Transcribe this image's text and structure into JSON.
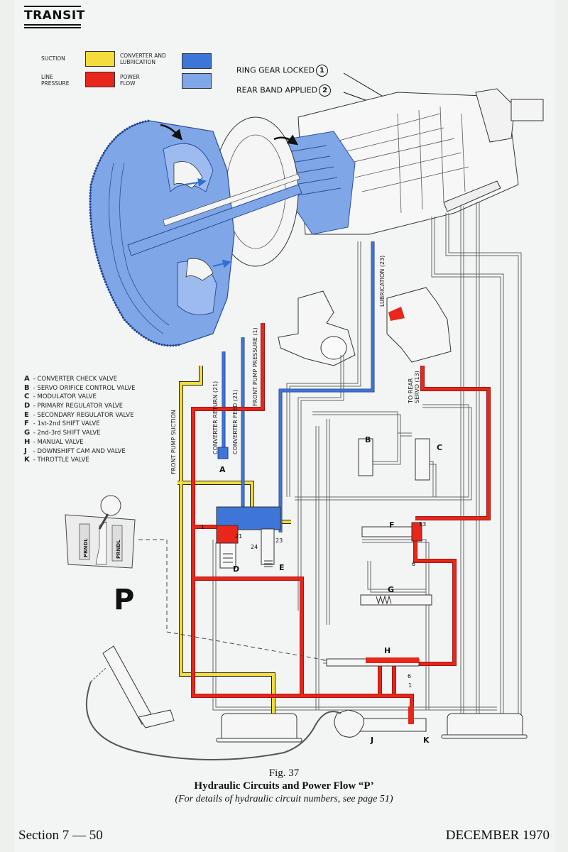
{
  "header": {
    "brand": "TRANSIT"
  },
  "legend": {
    "items": [
      {
        "label": "SUCTION",
        "color": "#f3dc3c"
      },
      {
        "label": "LINE PRESSURE",
        "color": "#e8261b"
      },
      {
        "label": "CONVERTER AND LUBRICATION",
        "color": "#3e76d8"
      },
      {
        "label": "POWER FLOW",
        "color": "#7fa6e6"
      }
    ]
  },
  "callouts": [
    {
      "label": "RING GEAR LOCKED",
      "number": "1"
    },
    {
      "label": "REAR BAND APPLIED",
      "number": "2"
    }
  ],
  "valves": [
    {
      "letter": "A",
      "name": "CONVERTER CHECK VALVE"
    },
    {
      "letter": "B",
      "name": "SERVO ORIFICE CONTROL VALVE"
    },
    {
      "letter": "C",
      "name": "MODULATOR VALVE"
    },
    {
      "letter": "D",
      "name": "PRIMARY REGULATOR VALVE"
    },
    {
      "letter": "E",
      "name": "SECONDARY REGULATOR VALVE"
    },
    {
      "letter": "F",
      "name": "1st-2nd SHIFT VALVE"
    },
    {
      "letter": "G",
      "name": "2nd-3rd SHIFT VALVE"
    },
    {
      "letter": "H",
      "name": "MANUAL VALVE"
    },
    {
      "letter": "J",
      "name": "DOWNSHIFT CAM AND VALVE"
    },
    {
      "letter": "K",
      "name": "THROTTLE VALVE"
    }
  ],
  "line_labels": {
    "front_pump_suction": "FRONT PUMP SUCTION",
    "converter_return": "CONVERTER   RETURN   (21)",
    "converter_feed": "CONVERTER   FEED (21)",
    "front_pump_pressure": "FRONT PUMP PRESSURE (1)",
    "lubrication": "LUBRICATION (23)",
    "to_rear_servo_1": "TO REAR",
    "to_rear_servo_2": "SERVO (13)"
  },
  "circuit_numbers": {
    "n1": "1",
    "n21": "21",
    "n24": "24",
    "n23": "23",
    "n13": "13",
    "n6a": "6",
    "n6b": "6",
    "n1b": "1"
  },
  "selector": {
    "gate_left": "PRNDL",
    "gate_right": "PRNDL",
    "position": "P"
  },
  "caption": {
    "fig": "Fig. 37",
    "title": "Hydraulic Circuits and Power Flow “P’",
    "note": "(For details of hydraulic circuit numbers, see page 51)"
  },
  "footer": {
    "section": "Section 7 — 50",
    "date": "DECEMBER 1970"
  }
}
